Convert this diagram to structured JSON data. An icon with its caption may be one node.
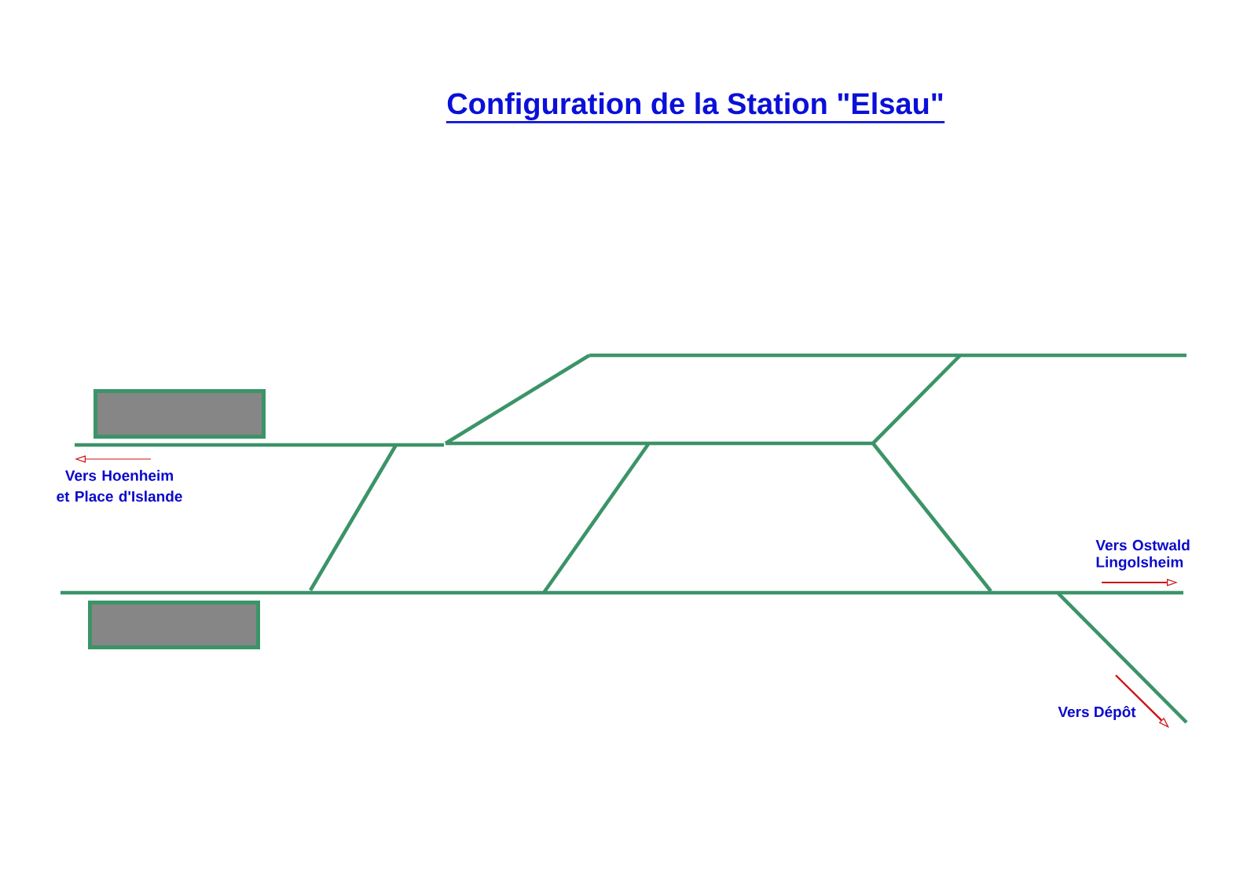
{
  "diagram": {
    "title": "Configuration de la Station \"Elsau\"",
    "nodes": [
      {
        "text": [],
        "shape": "box"
      },
      {
        "text": [],
        "shape": "box"
      }
    ],
    "labels": [
      "Vers Hoenheim et Place d'Islande",
      "Vers Ostwald Lingolsheim",
      "Vers Dépôt"
    ]
  }
}
